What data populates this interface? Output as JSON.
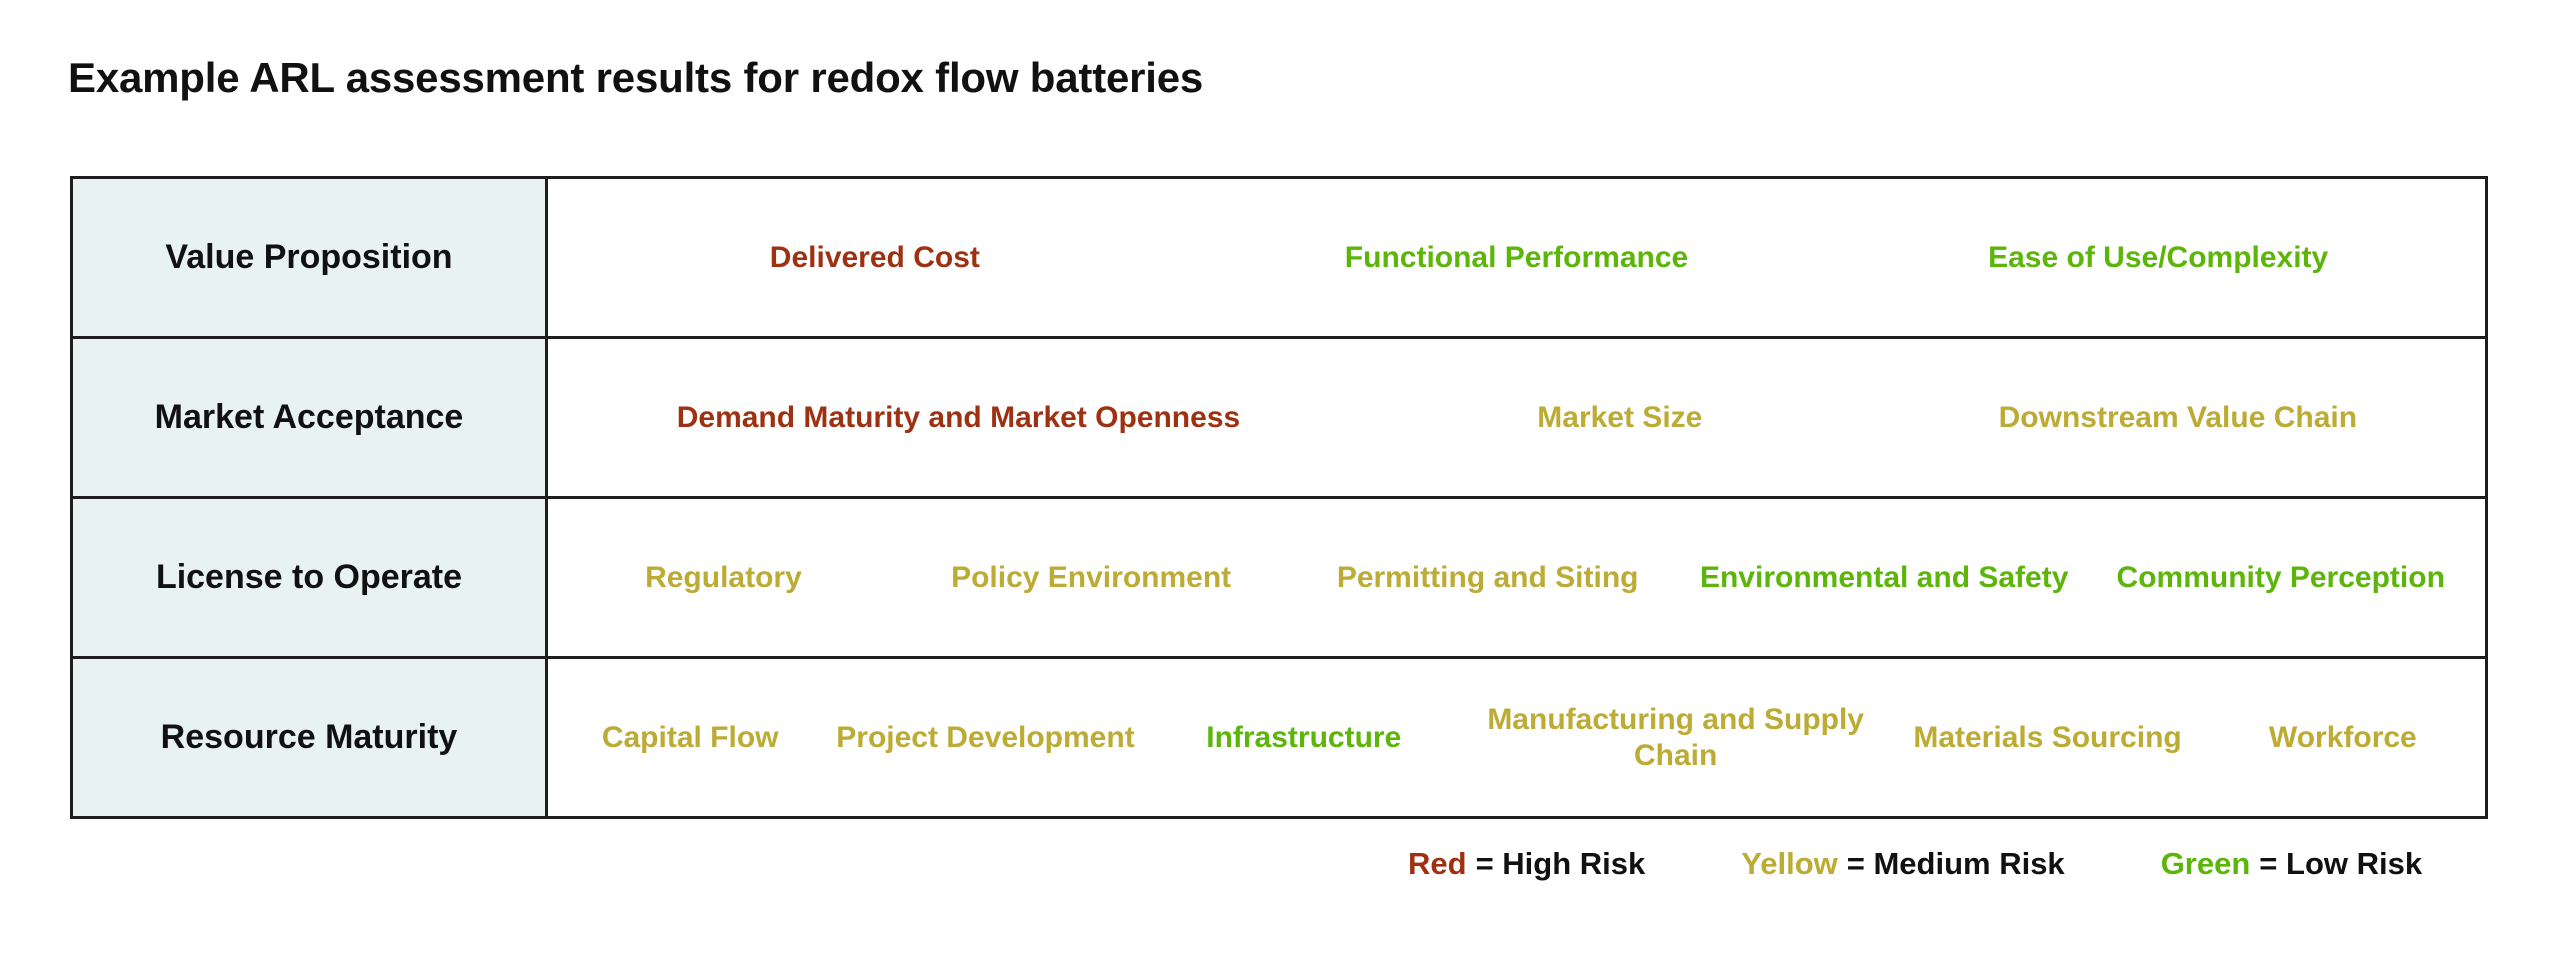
{
  "title": "Example ARL assessment results for redox flow batteries",
  "colors": {
    "red": "#9e3112",
    "yellow": "#bcab34",
    "green": "#5cb509",
    "header_cell_bg": "#e7f2f1",
    "border": "#1d1d1d",
    "text": "#111111"
  },
  "table": {
    "rows": [
      {
        "header": "Value Proposition",
        "items": [
          {
            "label": "Delivered Cost",
            "risk": "red"
          },
          {
            "label": "Functional Performance",
            "risk": "green"
          },
          {
            "label": "Ease of Use/Complexity",
            "risk": "green"
          }
        ]
      },
      {
        "header": "Market Acceptance",
        "items": [
          {
            "label": "Demand Maturity and Market Openness",
            "risk": "red"
          },
          {
            "label": "Market Size",
            "risk": "yellow"
          },
          {
            "label": "Downstream Value Chain",
            "risk": "yellow"
          }
        ]
      },
      {
        "header": "License to Operate",
        "items": [
          {
            "label": "Regulatory",
            "risk": "yellow"
          },
          {
            "label": "Policy Environment",
            "risk": "yellow"
          },
          {
            "label": "Permitting and Siting",
            "risk": "yellow"
          },
          {
            "label": "Environmental and Safety",
            "risk": "green"
          },
          {
            "label": "Community Perception",
            "risk": "green"
          }
        ]
      },
      {
        "header": "Resource Maturity",
        "items": [
          {
            "label": "Capital Flow",
            "risk": "yellow"
          },
          {
            "label": "Project Development",
            "risk": "yellow"
          },
          {
            "label": "Infrastructure",
            "risk": "green"
          },
          {
            "label": "Manufacturing and Supply Chain",
            "risk": "yellow"
          },
          {
            "label": "Materials Sourcing",
            "risk": "yellow"
          },
          {
            "label": "Workforce",
            "risk": "yellow"
          }
        ]
      }
    ]
  },
  "legend": {
    "entries": [
      {
        "key": "Red",
        "definition": "= High Risk",
        "risk": "red"
      },
      {
        "key": "Yellow",
        "definition": "= Medium Risk",
        "risk": "yellow"
      },
      {
        "key": "Green",
        "definition": "= Low Risk",
        "risk": "green"
      }
    ]
  }
}
